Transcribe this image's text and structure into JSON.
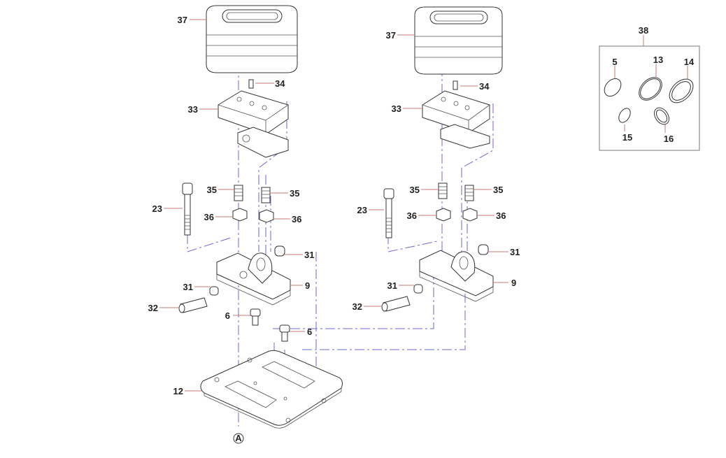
{
  "diagram": {
    "left_assembly": {
      "labels": {
        "boot": "37",
        "pin_top": "34",
        "lever_holder": "33",
        "spring_a": "35",
        "spring_b": "35",
        "bolt": "23",
        "nut_a": "36",
        "nut_b": "36",
        "bushing_a": "31",
        "bracket": "9",
        "bushing_b": "31",
        "pin": "32",
        "screw_a": "6",
        "screw_b": "6",
        "plate": "12"
      },
      "view_marker": "A"
    },
    "right_assembly": {
      "labels": {
        "boot": "37",
        "pin_top": "34",
        "lever_holder": "33",
        "spring_a": "35",
        "spring_b": "35",
        "bolt": "23",
        "nut_a": "36",
        "nut_b": "36",
        "bushing_a": "31",
        "bracket": "9",
        "bushing_b": "31",
        "pin": "32"
      }
    },
    "seal_kit": {
      "label": "38",
      "items": [
        "5",
        "13",
        "14",
        "15",
        "16"
      ]
    },
    "colors": {
      "leader": "#c97a7a",
      "centerline": "#6a6ad0",
      "outline": "#333333"
    }
  }
}
